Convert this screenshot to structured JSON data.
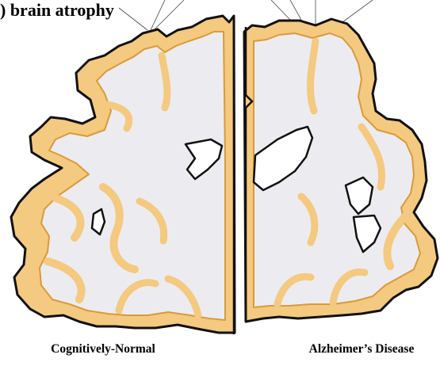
{
  "figure": {
    "title": ") brain atrophy",
    "left_caption": "Cognitively-Normal",
    "right_caption": "Alzheimer’s Disease"
  },
  "colors": {
    "grey_matter": "#f4c980",
    "grey_matter_edge": "#d99a3a",
    "white_matter": "#ececf0",
    "outline": "#111111",
    "background": "#ffffff"
  }
}
